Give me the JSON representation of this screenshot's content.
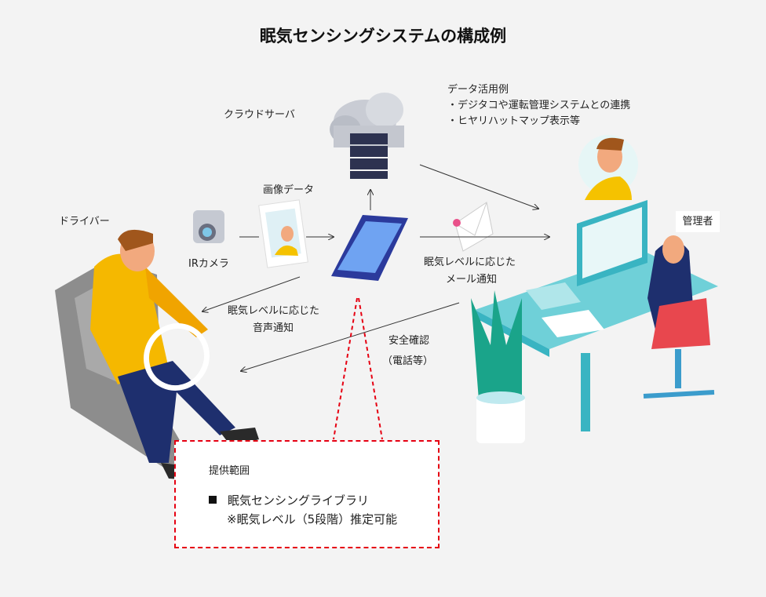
{
  "title": "眠気センシングシステムの構成例",
  "labels": {
    "cloud_server": "クラウドサーバ",
    "data_usage_title": "データ活用例",
    "data_usage_items": [
      "・デジタコや運転管理システムとの連携",
      "・ヒヤリハットマップ表示等"
    ],
    "image_data": "画像データ",
    "driver": "ドライバー",
    "ir_camera": "IRカメラ",
    "manager": "管理者",
    "mail_notice": [
      "眠気レベルに応じた",
      "メール通知"
    ],
    "voice_notice": [
      "眠気レベルに応じた",
      "音声通知"
    ],
    "safety_check": [
      "安全確認",
      "（電話等）"
    ]
  },
  "scope": {
    "title": "提供範囲",
    "item": "眠気センシングライブラリ",
    "note": "※眠気レベル（5段階）推定可能"
  },
  "colors": {
    "accent_red": "#e60012",
    "teal": "#3cbccc",
    "phone_blue": "#2b3a9c"
  }
}
